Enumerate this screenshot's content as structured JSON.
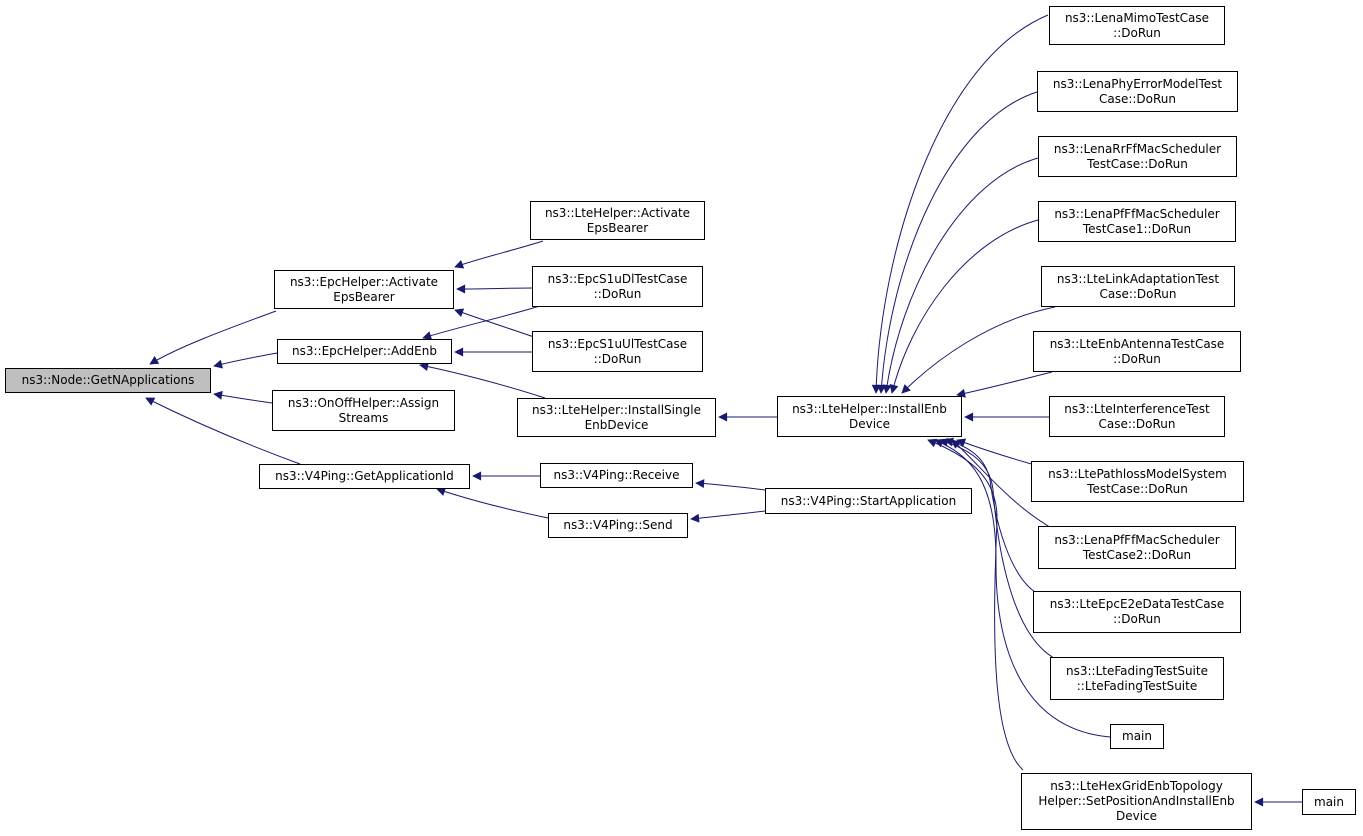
{
  "colors": {
    "edge": "#191970",
    "border": "#000000",
    "focus_fill": "#bfbfbf"
  },
  "nodes": [
    {
      "id": "getn",
      "lines": [
        "ns3::Node::GetNApplications"
      ],
      "focus": true
    },
    {
      "id": "epc_act",
      "lines": [
        "ns3::EpcHelper::Activate",
        "EpsBearer"
      ]
    },
    {
      "id": "epc_add",
      "lines": [
        "ns3::EpcHelper::AddEnb"
      ]
    },
    {
      "id": "onoff",
      "lines": [
        "ns3::OnOffHelper::Assign",
        "Streams"
      ]
    },
    {
      "id": "v4_getapp",
      "lines": [
        "ns3::V4Ping::GetApplicationId"
      ]
    },
    {
      "id": "lte_act",
      "lines": [
        "ns3::LteHelper::Activate",
        "EpsBearer"
      ]
    },
    {
      "id": "s1dl",
      "lines": [
        "ns3::EpcS1uDlTestCase",
        "::DoRun"
      ]
    },
    {
      "id": "s1ul",
      "lines": [
        "ns3::EpcS1uUlTestCase",
        "::DoRun"
      ]
    },
    {
      "id": "single",
      "lines": [
        "ns3::LteHelper::InstallSingle",
        "EnbDevice"
      ]
    },
    {
      "id": "v4_recv",
      "lines": [
        "ns3::V4Ping::Receive"
      ]
    },
    {
      "id": "v4_send",
      "lines": [
        "ns3::V4Ping::Send"
      ]
    },
    {
      "id": "installenb",
      "lines": [
        "ns3::LteHelper::InstallEnb",
        "Device"
      ]
    },
    {
      "id": "v4_start",
      "lines": [
        "ns3::V4Ping::StartApplication"
      ]
    },
    {
      "id": "mimo",
      "lines": [
        "ns3::LenaMimoTestCase",
        "::DoRun"
      ]
    },
    {
      "id": "phyerr",
      "lines": [
        "ns3::LenaPhyErrorModelTest",
        "Case::DoRun"
      ]
    },
    {
      "id": "rrff",
      "lines": [
        "ns3::LenaRrFfMacScheduler",
        "TestCase::DoRun"
      ]
    },
    {
      "id": "pfff1",
      "lines": [
        "ns3::LenaPfFfMacScheduler",
        "TestCase1::DoRun"
      ]
    },
    {
      "id": "linkad",
      "lines": [
        "ns3::LteLinkAdaptationTest",
        "Case::DoRun"
      ]
    },
    {
      "id": "antenna",
      "lines": [
        "ns3::LteEnbAntennaTestCase",
        "::DoRun"
      ]
    },
    {
      "id": "interf",
      "lines": [
        "ns3::LteInterferenceTest",
        "Case::DoRun"
      ]
    },
    {
      "id": "pathloss",
      "lines": [
        "ns3::LtePathlossModelSystem",
        "TestCase::DoRun"
      ]
    },
    {
      "id": "pfff2",
      "lines": [
        "ns3::LenaPfFfMacScheduler",
        "TestCase2::DoRun"
      ]
    },
    {
      "id": "e2e",
      "lines": [
        "ns3::LteEpcE2eDataTestCase",
        "::DoRun"
      ]
    },
    {
      "id": "fading",
      "lines": [
        "ns3::LteFadingTestSuite",
        "::LteFadingTestSuite"
      ]
    },
    {
      "id": "main1",
      "lines": [
        "main"
      ]
    },
    {
      "id": "hexgrid",
      "lines": [
        "ns3::LteHexGridEnbTopology",
        "Helper::SetPositionAndInstallEnb",
        "Device"
      ]
    },
    {
      "id": "main2",
      "lines": [
        "main"
      ]
    }
  ],
  "edges": [
    {
      "from": "epc_act",
      "to": "getn"
    },
    {
      "from": "epc_add",
      "to": "getn"
    },
    {
      "from": "onoff",
      "to": "getn"
    },
    {
      "from": "v4_getapp",
      "to": "getn"
    },
    {
      "from": "lte_act",
      "to": "epc_act"
    },
    {
      "from": "s1dl",
      "to": "epc_act"
    },
    {
      "from": "s1ul",
      "to": "epc_act"
    },
    {
      "from": "s1dl",
      "to": "epc_add"
    },
    {
      "from": "s1ul",
      "to": "epc_add"
    },
    {
      "from": "single",
      "to": "epc_add"
    },
    {
      "from": "v4_recv",
      "to": "v4_getapp"
    },
    {
      "from": "v4_send",
      "to": "v4_getapp"
    },
    {
      "from": "installenb",
      "to": "single"
    },
    {
      "from": "v4_start",
      "to": "v4_recv"
    },
    {
      "from": "v4_start",
      "to": "v4_send"
    },
    {
      "from": "mimo",
      "to": "installenb"
    },
    {
      "from": "phyerr",
      "to": "installenb"
    },
    {
      "from": "rrff",
      "to": "installenb"
    },
    {
      "from": "pfff1",
      "to": "installenb"
    },
    {
      "from": "linkad",
      "to": "installenb"
    },
    {
      "from": "antenna",
      "to": "installenb"
    },
    {
      "from": "interf",
      "to": "installenb"
    },
    {
      "from": "pathloss",
      "to": "installenb"
    },
    {
      "from": "pfff2",
      "to": "installenb"
    },
    {
      "from": "e2e",
      "to": "installenb"
    },
    {
      "from": "fading",
      "to": "installenb"
    },
    {
      "from": "main1",
      "to": "installenb"
    },
    {
      "from": "hexgrid",
      "to": "installenb"
    },
    {
      "from": "main2",
      "to": "hexgrid"
    }
  ]
}
